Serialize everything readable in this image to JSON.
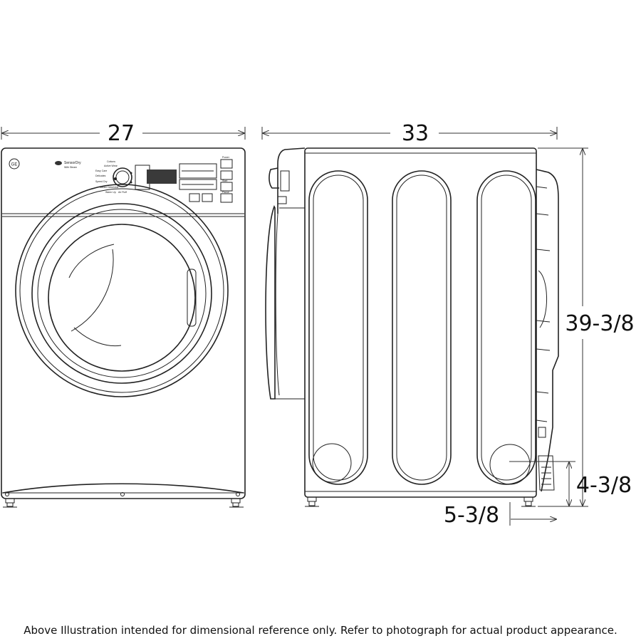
{
  "dimensions": {
    "width": "27",
    "depth": "33",
    "height": "39-3/8",
    "leg_height": "4-3/8",
    "leg_offset": "5-3/8"
  },
  "panel": {
    "brand_logo_text": "GE",
    "sensor_dry_text": "SensorDry",
    "with_steam_text": "With Steam",
    "cycles": [
      "Cottons",
      "Active Wear",
      "Easy Care",
      "Delicates",
      "Speed Dry",
      "Steam Dewrinkle",
      "Warm Up",
      "Air Fluff"
    ],
    "buttons": [
      "Power",
      "Start",
      "Pause"
    ]
  },
  "caption": "Above Illustration intended for dimensional reference only. Refer to photograph for actual product appearance."
}
